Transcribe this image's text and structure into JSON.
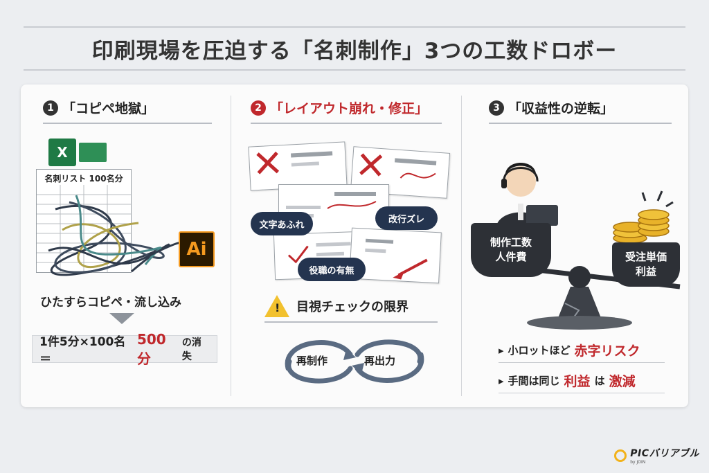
{
  "title": "印刷現場を圧迫する「名刺制作」3つの工数ドロボー",
  "columns": [
    {
      "number": "1",
      "heading": "「コピペ地獄」",
      "sheet_label": "名刺リスト 100名分",
      "excel_icon_text": "X",
      "ai_icon_text": "Ai",
      "caption": "ひたすらコピペ・流し込み",
      "calc_prefix": "1件5分×100名＝",
      "calc_value": "500分",
      "calc_suffix": "の消失"
    },
    {
      "number": "2",
      "heading": "「レイアウト崩れ・修正」",
      "bubbles": [
        "文字あふれ",
        "改行ズレ",
        "役職の有無"
      ],
      "warning_icon_text": "!",
      "warning": "目視チェックの限界",
      "cycle": [
        "再制作",
        "再出力"
      ]
    },
    {
      "number": "3",
      "heading": "「収益性の逆転」",
      "left_label": [
        "制作工数",
        "人件費"
      ],
      "right_label": [
        "受注単価",
        "利益"
      ],
      "bullets": [
        {
          "marker": "▸",
          "prefix": "小ロットほど",
          "emph": "赤字リスク",
          "suffix": ""
        },
        {
          "marker": "▸",
          "prefix": "手間は同じ",
          "emph": "利益",
          "suffix": "は",
          "emph2": "激減"
        }
      ]
    }
  ],
  "logo": {
    "name": "PICバリアブル",
    "sub": "by JOIN"
  },
  "colors": {
    "num1": "#333333",
    "num2": "#c0282c",
    "num3": "#333333",
    "accent_red": "#c0282c",
    "navy": "#24344f",
    "excel": "#1f7a45",
    "ai_orange": "#f59a1f"
  }
}
